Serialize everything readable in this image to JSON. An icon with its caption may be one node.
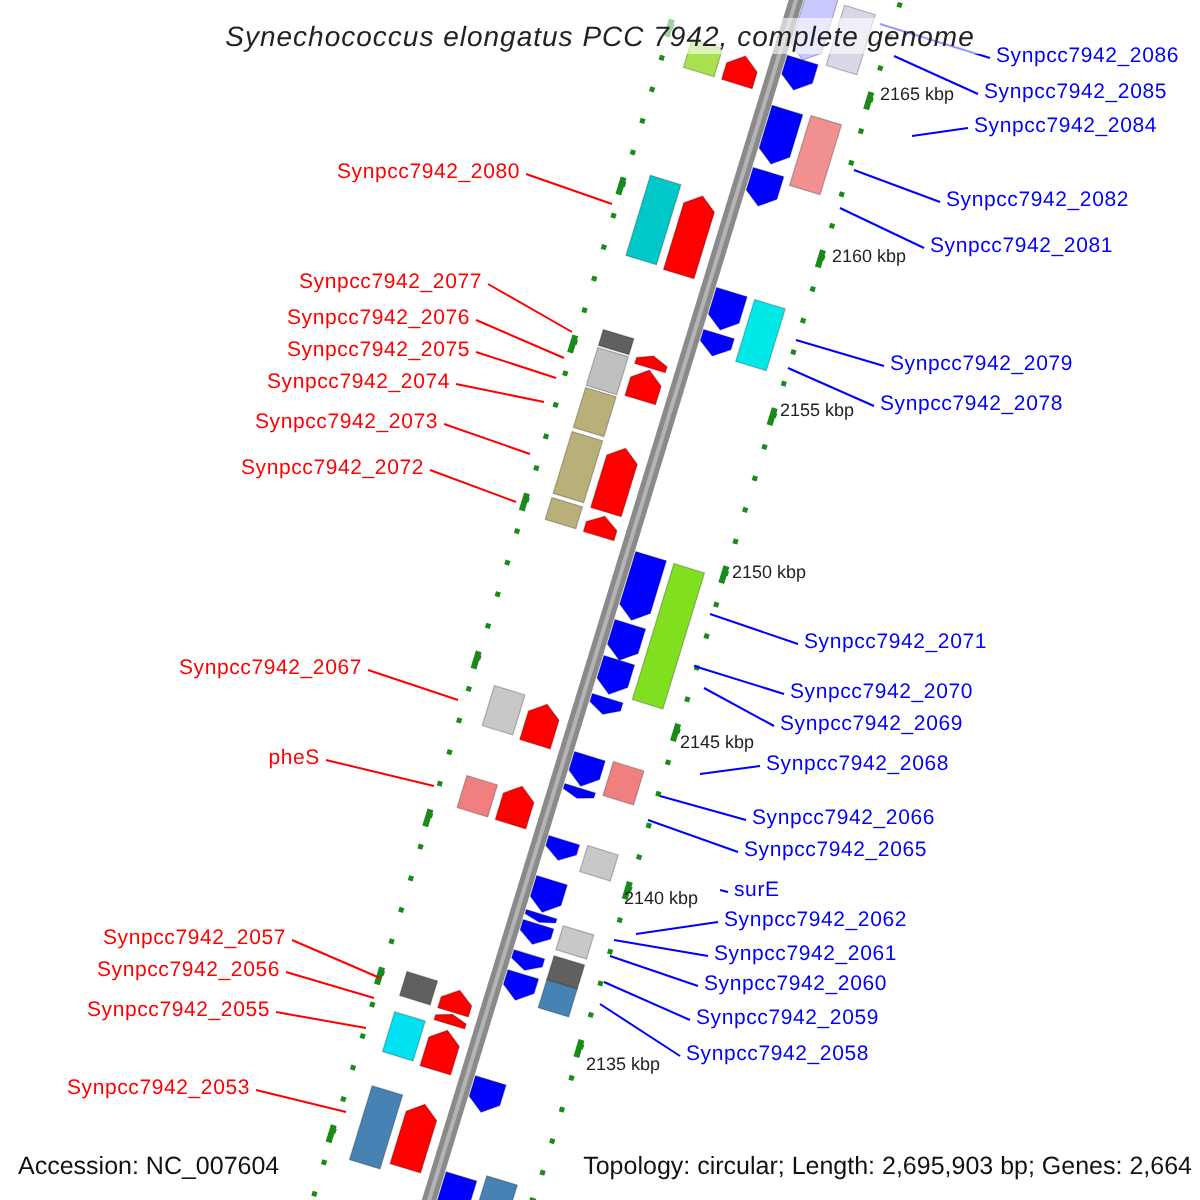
{
  "diagram": {
    "title": "Synechococcus elongatus PCC 7942, complete genome",
    "nodes": [
      {
        "text": [
          "Synpcc7942_2086"
        ]
      },
      {
        "text": [
          "Synpcc7942_2085"
        ]
      },
      {
        "text": [
          "Synpcc7942_2084"
        ]
      },
      {
        "text": [
          "Synpcc7942_2080"
        ]
      },
      {
        "text": [
          "Synpcc7942_2082"
        ]
      },
      {
        "text": [
          "Synpcc7942_2081"
        ]
      },
      {
        "text": [
          "Synpcc7942_2077"
        ]
      },
      {
        "text": [
          "Synpcc7942_2076"
        ]
      },
      {
        "text": [
          "Synpcc7942_2075"
        ]
      },
      {
        "text": [
          "Synpcc7942_2079"
        ]
      },
      {
        "text": [
          "Synpcc7942_2074"
        ]
      },
      {
        "text": [
          "Synpcc7942_2078"
        ]
      },
      {
        "text": [
          "Synpcc7942_2073"
        ]
      },
      {
        "text": [
          "Synpcc7942_2072"
        ]
      },
      {
        "text": [
          "Synpcc7942_2071"
        ]
      },
      {
        "text": [
          "Synpcc7942_2067"
        ]
      },
      {
        "text": [
          "Synpcc7942_2070"
        ]
      },
      {
        "text": [
          "Synpcc7942_2069"
        ]
      },
      {
        "text": [
          "pheS"
        ]
      },
      {
        "text": [
          "Synpcc7942_2068"
        ]
      },
      {
        "text": [
          "Synpcc7942_2066"
        ]
      },
      {
        "text": [
          "Synpcc7942_2065"
        ]
      },
      {
        "text": [
          "surE"
        ]
      },
      {
        "text": [
          "Synpcc7942_2062"
        ]
      },
      {
        "text": [
          "Synpcc7942_2061"
        ]
      },
      {
        "text": [
          "Synpcc7942_2060"
        ]
      },
      {
        "text": [
          "Synpcc7942_2057"
        ]
      },
      {
        "text": [
          "Synpcc7942_2056"
        ]
      },
      {
        "text": [
          "Synpcc7942_2059"
        ]
      },
      {
        "text": [
          "Synpcc7942_2055"
        ]
      },
      {
        "text": [
          "Synpcc7942_2058"
        ]
      },
      {
        "text": [
          "Synpcc7942_2053"
        ]
      }
    ],
    "edges": [
      {
        "from": 0,
        "to": null,
        "arrow": "none"
      },
      {
        "from": 1,
        "to": null,
        "arrow": "none"
      },
      {
        "from": 2,
        "to": null,
        "arrow": "none"
      },
      {
        "from": 3,
        "to": null,
        "arrow": "none",
        "color": "#ff0000"
      },
      {
        "from": 4,
        "to": null,
        "arrow": "none"
      },
      {
        "from": 5,
        "to": null,
        "arrow": "none"
      },
      {
        "from": 6,
        "to": null,
        "arrow": "none",
        "color": "#ff0000"
      },
      {
        "from": 7,
        "to": null,
        "arrow": "none",
        "color": "#ff0000"
      },
      {
        "from": 8,
        "to": null,
        "arrow": "none",
        "color": "#ff0000"
      },
      {
        "from": 9,
        "to": null,
        "arrow": "none"
      },
      {
        "from": 10,
        "to": null,
        "arrow": "none",
        "color": "#ff0000"
      },
      {
        "from": 11,
        "to": null,
        "arrow": "none"
      },
      {
        "from": 12,
        "to": null,
        "arrow": "none",
        "color": "#ff0000"
      },
      {
        "from": 13,
        "to": null,
        "arrow": "none",
        "color": "#ff0000"
      },
      {
        "from": 14,
        "to": null,
        "arrow": "none"
      },
      {
        "from": 15,
        "to": null,
        "arrow": "none",
        "color": "#ff0000"
      },
      {
        "from": 16,
        "to": null,
        "arrow": "none"
      },
      {
        "from": 17,
        "to": null,
        "arrow": "none"
      },
      {
        "from": 18,
        "to": null,
        "arrow": "none",
        "color": "#ff0000"
      },
      {
        "from": 19,
        "to": null,
        "arrow": "none"
      },
      {
        "from": 20,
        "to": null,
        "arrow": "none"
      },
      {
        "from": 21,
        "to": null,
        "arrow": "none"
      },
      {
        "from": 22,
        "to": null,
        "arrow": "none"
      },
      {
        "from": 23,
        "to": null,
        "arrow": "none"
      },
      {
        "from": 24,
        "to": null,
        "arrow": "none"
      },
      {
        "from": 25,
        "to": null,
        "arrow": "none"
      },
      {
        "from": 26,
        "to": null,
        "arrow": "none",
        "color": "#ff0000"
      },
      {
        "from": 27,
        "to": null,
        "arrow": "none",
        "color": "#ff0000"
      },
      {
        "from": 28,
        "to": null,
        "arrow": "none"
      },
      {
        "from": 29,
        "to": null,
        "arrow": "none",
        "color": "#ff0000"
      },
      {
        "from": 30,
        "to": null,
        "arrow": "none"
      },
      {
        "from": 31,
        "to": null,
        "arrow": "none",
        "color": "#ff0000"
      }
    ],
    "labels": [
      "2165 kbp",
      "2160 kbp",
      "2155 kbp",
      "2150 kbp",
      "2145 kbp",
      "2140 kbp",
      "2135 kbp",
      "Accession: NC_007604",
      "Topology: circular; Length: 2,695,903 bp; Genes: 2,664"
    ]
  }
}
